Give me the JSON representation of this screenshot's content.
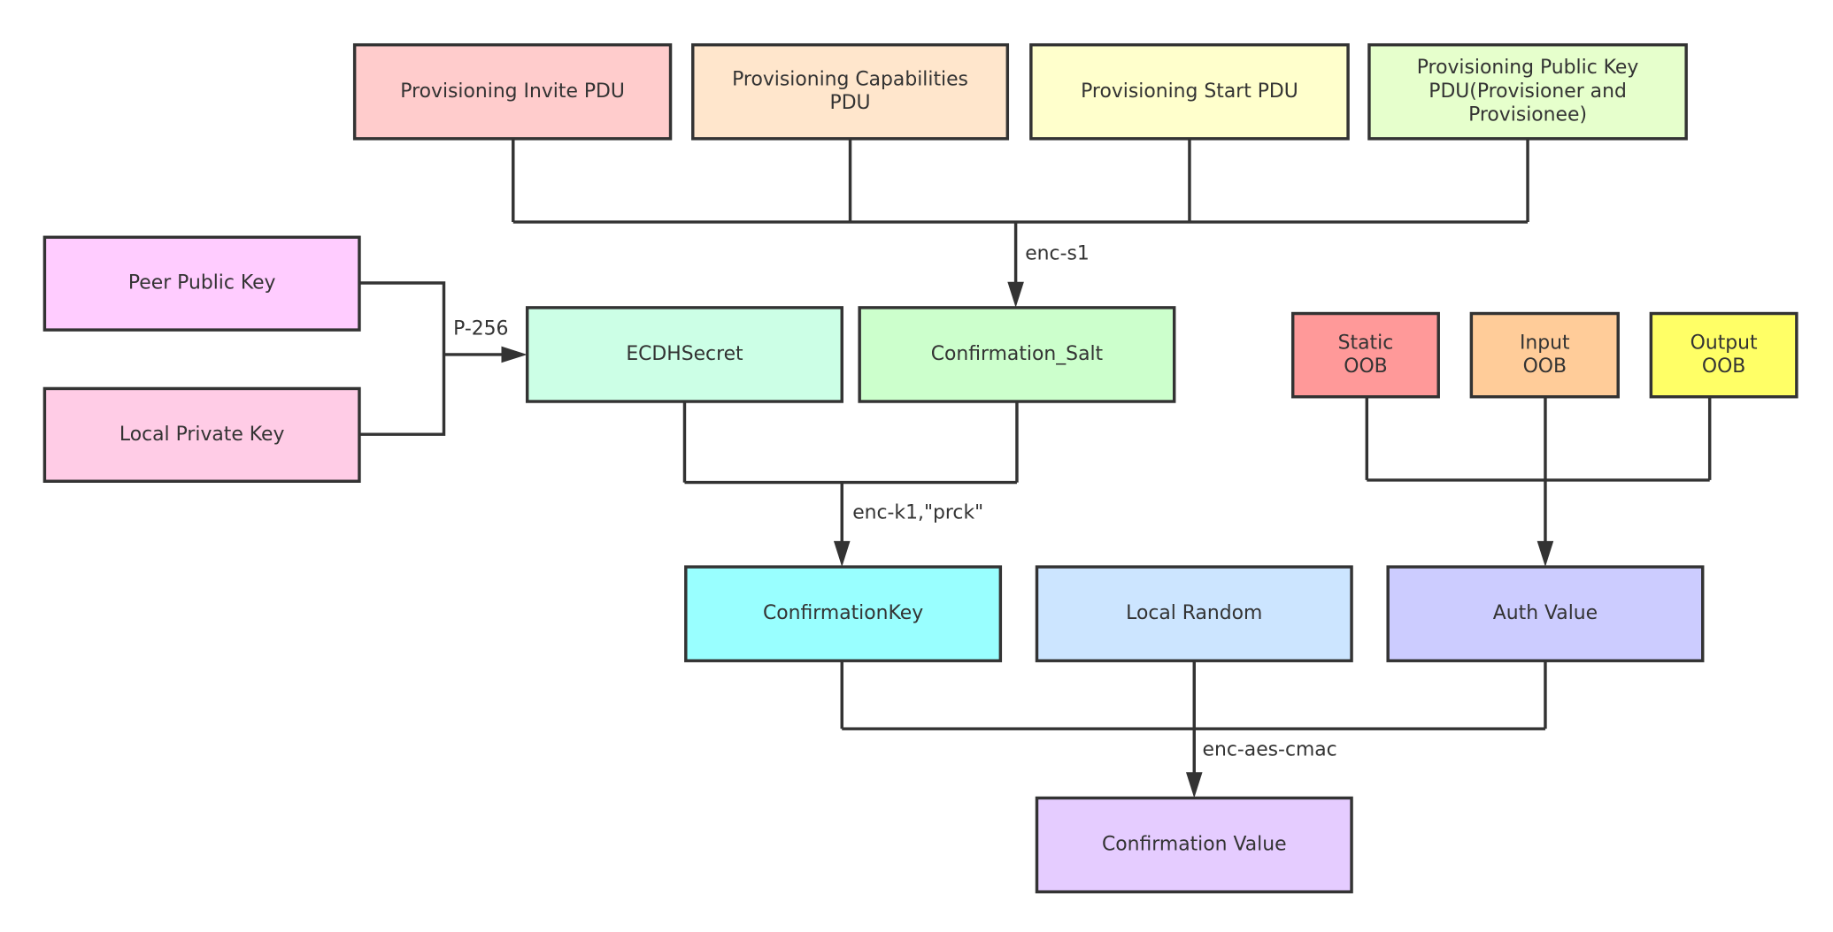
{
  "nodes": [
    {
      "id": "invite",
      "lines": [
        "Provisioning Invite PDU"
      ],
      "fill": "#ffcccc"
    },
    {
      "id": "capabilities",
      "lines": [
        "Provisioning Capabilities",
        "PDU"
      ],
      "fill": "#ffe6cc"
    },
    {
      "id": "start",
      "lines": [
        "Provisioning Start PDU"
      ],
      "fill": "#ffffcc"
    },
    {
      "id": "pubkey",
      "lines": [
        "Provisioning Public Key",
        "PDU(Provisioner and",
        "Provisionee)"
      ],
      "fill": "#e6ffcc"
    },
    {
      "id": "peer",
      "lines": [
        "Peer Public Key"
      ],
      "fill": "#ffccff"
    },
    {
      "id": "localpriv",
      "lines": [
        "Local Private Key"
      ],
      "fill": "#ffcce6"
    },
    {
      "id": "ecdh",
      "lines": [
        "ECDHSecret"
      ],
      "fill": "#ccffe6"
    },
    {
      "id": "salt",
      "lines": [
        "Confirmation_Salt"
      ],
      "fill": "#ccffcc"
    },
    {
      "id": "static",
      "lines": [
        "Static",
        "OOB"
      ],
      "fill": "#ff9999"
    },
    {
      "id": "input",
      "lines": [
        "Input",
        "OOB"
      ],
      "fill": "#ffcc99"
    },
    {
      "id": "output",
      "lines": [
        "Output",
        "OOB"
      ],
      "fill": "#ffff66"
    },
    {
      "id": "confkey",
      "lines": [
        "ConfirmationKey"
      ],
      "fill": "#99ffff"
    },
    {
      "id": "random",
      "lines": [
        "Local Random"
      ],
      "fill": "#cce5ff"
    },
    {
      "id": "auth",
      "lines": [
        "Auth Value"
      ],
      "fill": "#ccccff"
    },
    {
      "id": "confvalue",
      "lines": [
        "Confirmation Value"
      ],
      "fill": "#e5ccff"
    }
  ],
  "edge_labels": {
    "s1": "enc-s1",
    "p256": "P-256",
    "k1": "enc-k1,\"prck\"",
    "cmac": "enc-aes-cmac"
  },
  "colors": {
    "stroke": "#333333"
  }
}
